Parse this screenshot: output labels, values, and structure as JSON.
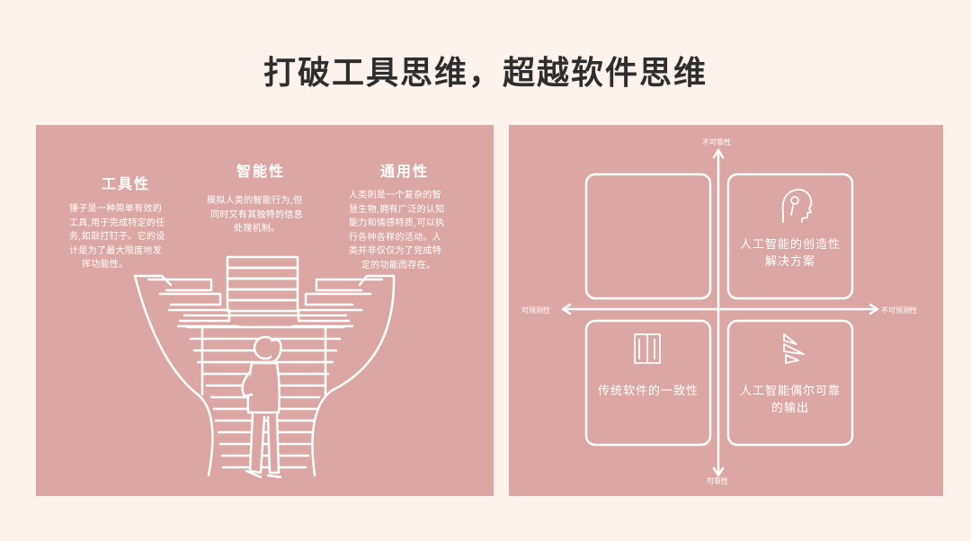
{
  "title": "打破工具思维，超越软件思维",
  "left": {
    "traits": [
      {
        "label": "工具性",
        "desc": [
          "锤子是一种简单有效的",
          "工具,用于完成特定的任",
          "务,如敲打钉子。它的设",
          "计是为了最大限度地发",
          "挥功能性。"
        ]
      },
      {
        "label": "智能性",
        "desc": [
          "模拟人类的智能行为,但",
          "同时又有其独特的信息",
          "处理机制。"
        ]
      },
      {
        "label": "通用性",
        "desc": [
          "人类則是一个复杂的智",
          "慧生物,拥有广泛的认知",
          "能力和情感特质,可以执",
          "行各种各样的活动。人",
          "类并非仅仅为了完成特",
          "定的功能而存在。"
        ]
      }
    ]
  },
  "right": {
    "axes": {
      "top": "不可靠性",
      "bottom": "可靠性",
      "left": "可预测性",
      "right": "不可预测性"
    },
    "quadrants": {
      "top_right": [
        "人工智能的创造性",
        "解决方案"
      ],
      "bottom_left": [
        "传统软件的一致性"
      ],
      "bottom_right": [
        "人工智能偶尔可靠",
        "的输出"
      ]
    }
  }
}
